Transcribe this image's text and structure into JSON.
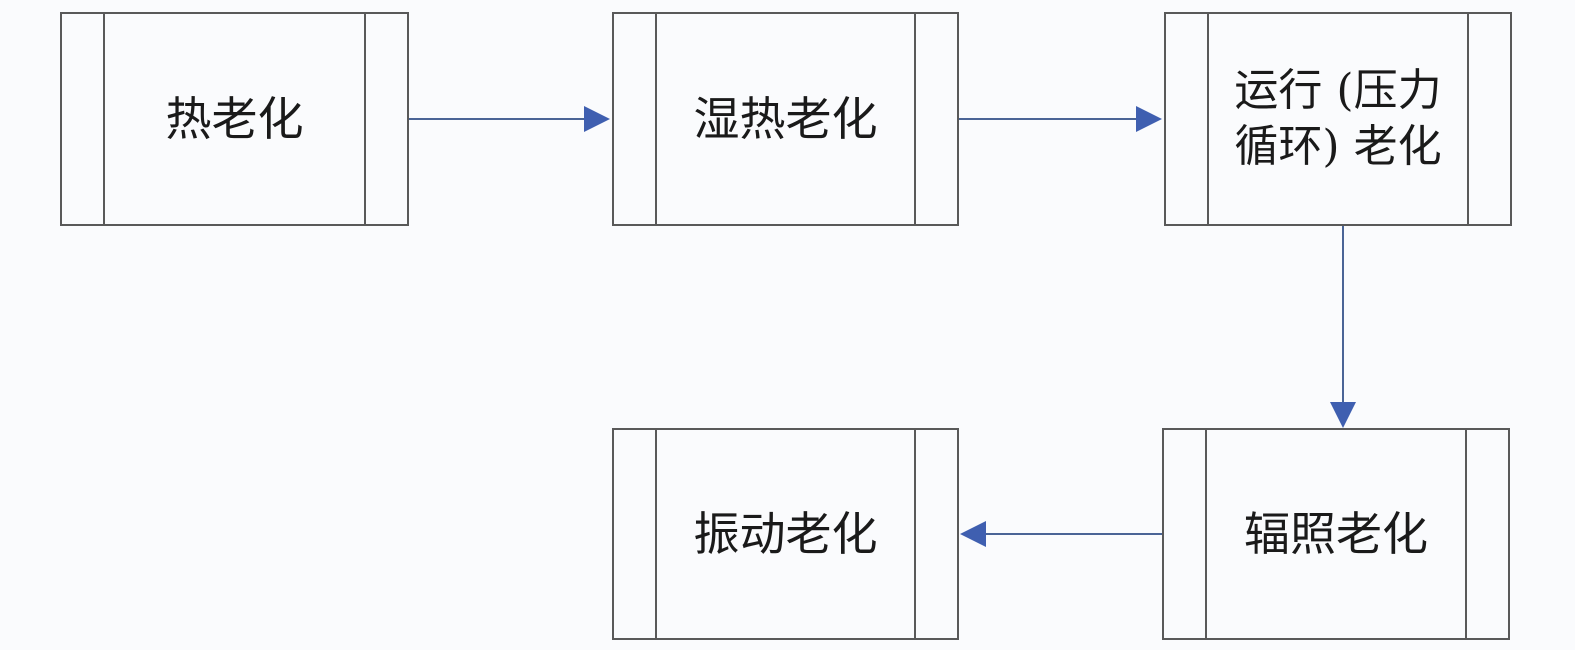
{
  "nodes": {
    "n1": {
      "label": "热老化"
    },
    "n2": {
      "label": "湿热老化"
    },
    "n3": {
      "label": "运行 (压力\n循环) 老化"
    },
    "n4": {
      "label": "辐照老化"
    },
    "n5": {
      "label": "振动老化"
    }
  },
  "edges": [
    {
      "from": "热老化",
      "to": "湿热老化"
    },
    {
      "from": "湿热老化",
      "to": "运行 (压力循环) 老化"
    },
    {
      "from": "运行 (压力循环) 老化",
      "to": "辐照老化"
    },
    {
      "from": "辐照老化",
      "to": "振动老化"
    }
  ],
  "colors": {
    "box_border": "#595959",
    "arrow_line": "#4a6496",
    "arrow_head": "#3f5fb0",
    "background": "#fafbfd"
  }
}
